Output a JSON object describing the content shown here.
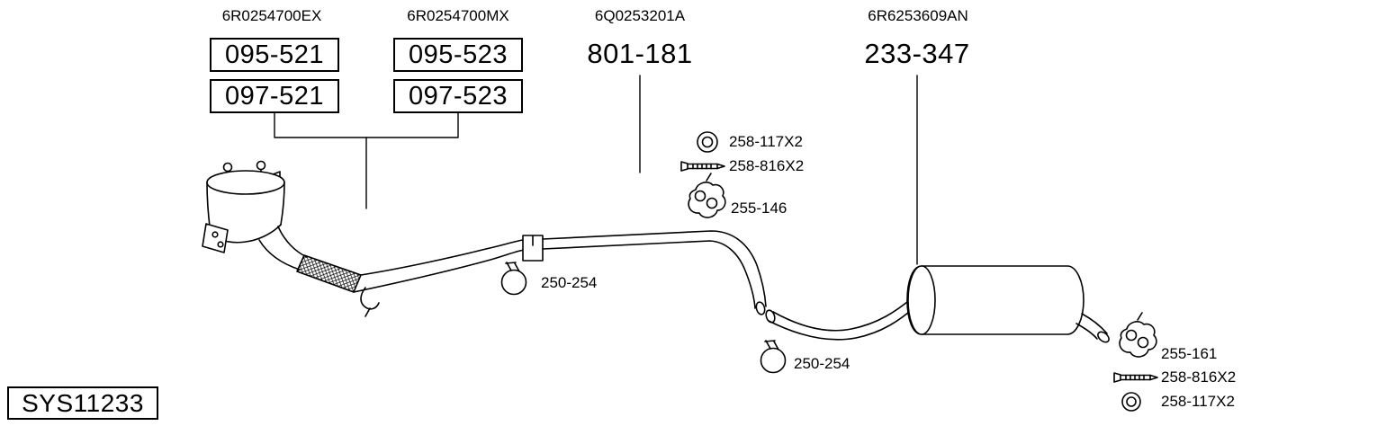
{
  "diagram": {
    "system_code": "SYS11233",
    "reference_numbers": [
      "6R0254700EX",
      "6R0254700MX",
      "6Q0253201A",
      "6R6253609AN"
    ],
    "boxed_part_numbers": [
      "095-521",
      "097-521",
      "095-523",
      "097-523"
    ],
    "assembly_part_numbers": [
      "801-181",
      "233-347"
    ],
    "callouts": [
      {
        "part": "258-117X2",
        "icon": "gasket-ring-icon"
      },
      {
        "part": "258-816X2",
        "icon": "bolt-icon"
      },
      {
        "part": "255-146",
        "icon": "rubber-hanger-icon"
      },
      {
        "part": "250-254",
        "icon": "clamp-icon"
      },
      {
        "part": "250-254",
        "icon": "clamp-icon"
      },
      {
        "part": "255-161",
        "icon": "rubber-hanger-icon"
      },
      {
        "part": "258-816X2",
        "icon": "bolt-icon"
      },
      {
        "part": "258-117X2",
        "icon": "gasket-ring-icon"
      }
    ],
    "colors": {
      "ink": "#000000",
      "background": "#ffffff"
    }
  }
}
